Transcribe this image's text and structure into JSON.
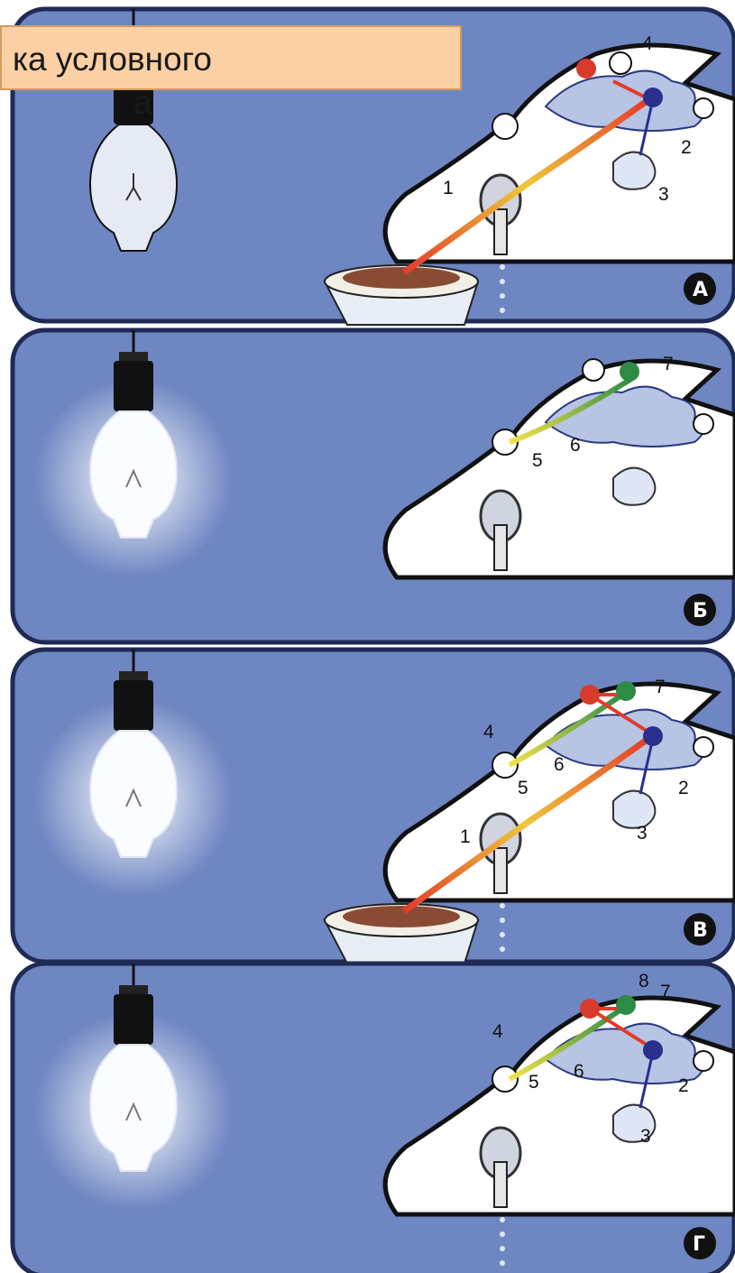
{
  "title": {
    "line1": "ка условного",
    "line2": "а"
  },
  "colors": {
    "background_blue": "#6e86c2",
    "panel_border": "#1f2a55",
    "head_white": "#ffffff",
    "reflex_arc_red": "#e33b2a",
    "reflex_arc_yellow": "#f0c73a",
    "conditioned_path_green": "#3e9a4c",
    "neuron_red": "#d83a2b",
    "neuron_blue": "#2a2f8c",
    "neuron_green": "#2e8b43",
    "title_box_fill": "#fbd0a4"
  },
  "panels": [
    {
      "letter": "А",
      "lamp_on": false,
      "food_bowl": true,
      "saliva": true,
      "labels": [
        "1",
        "2",
        "3",
        "4"
      ]
    },
    {
      "letter": "Б",
      "lamp_on": true,
      "food_bowl": false,
      "saliva": false,
      "labels": [
        "5",
        "6",
        "7"
      ]
    },
    {
      "letter": "В",
      "lamp_on": true,
      "food_bowl": true,
      "saliva": true,
      "labels": [
        "1",
        "2",
        "3",
        "4",
        "5",
        "6",
        "7"
      ]
    },
    {
      "letter": "Г",
      "lamp_on": true,
      "food_bowl": false,
      "saliva": true,
      "labels": [
        "2",
        "3",
        "4",
        "5",
        "6",
        "7",
        "8"
      ]
    }
  ]
}
